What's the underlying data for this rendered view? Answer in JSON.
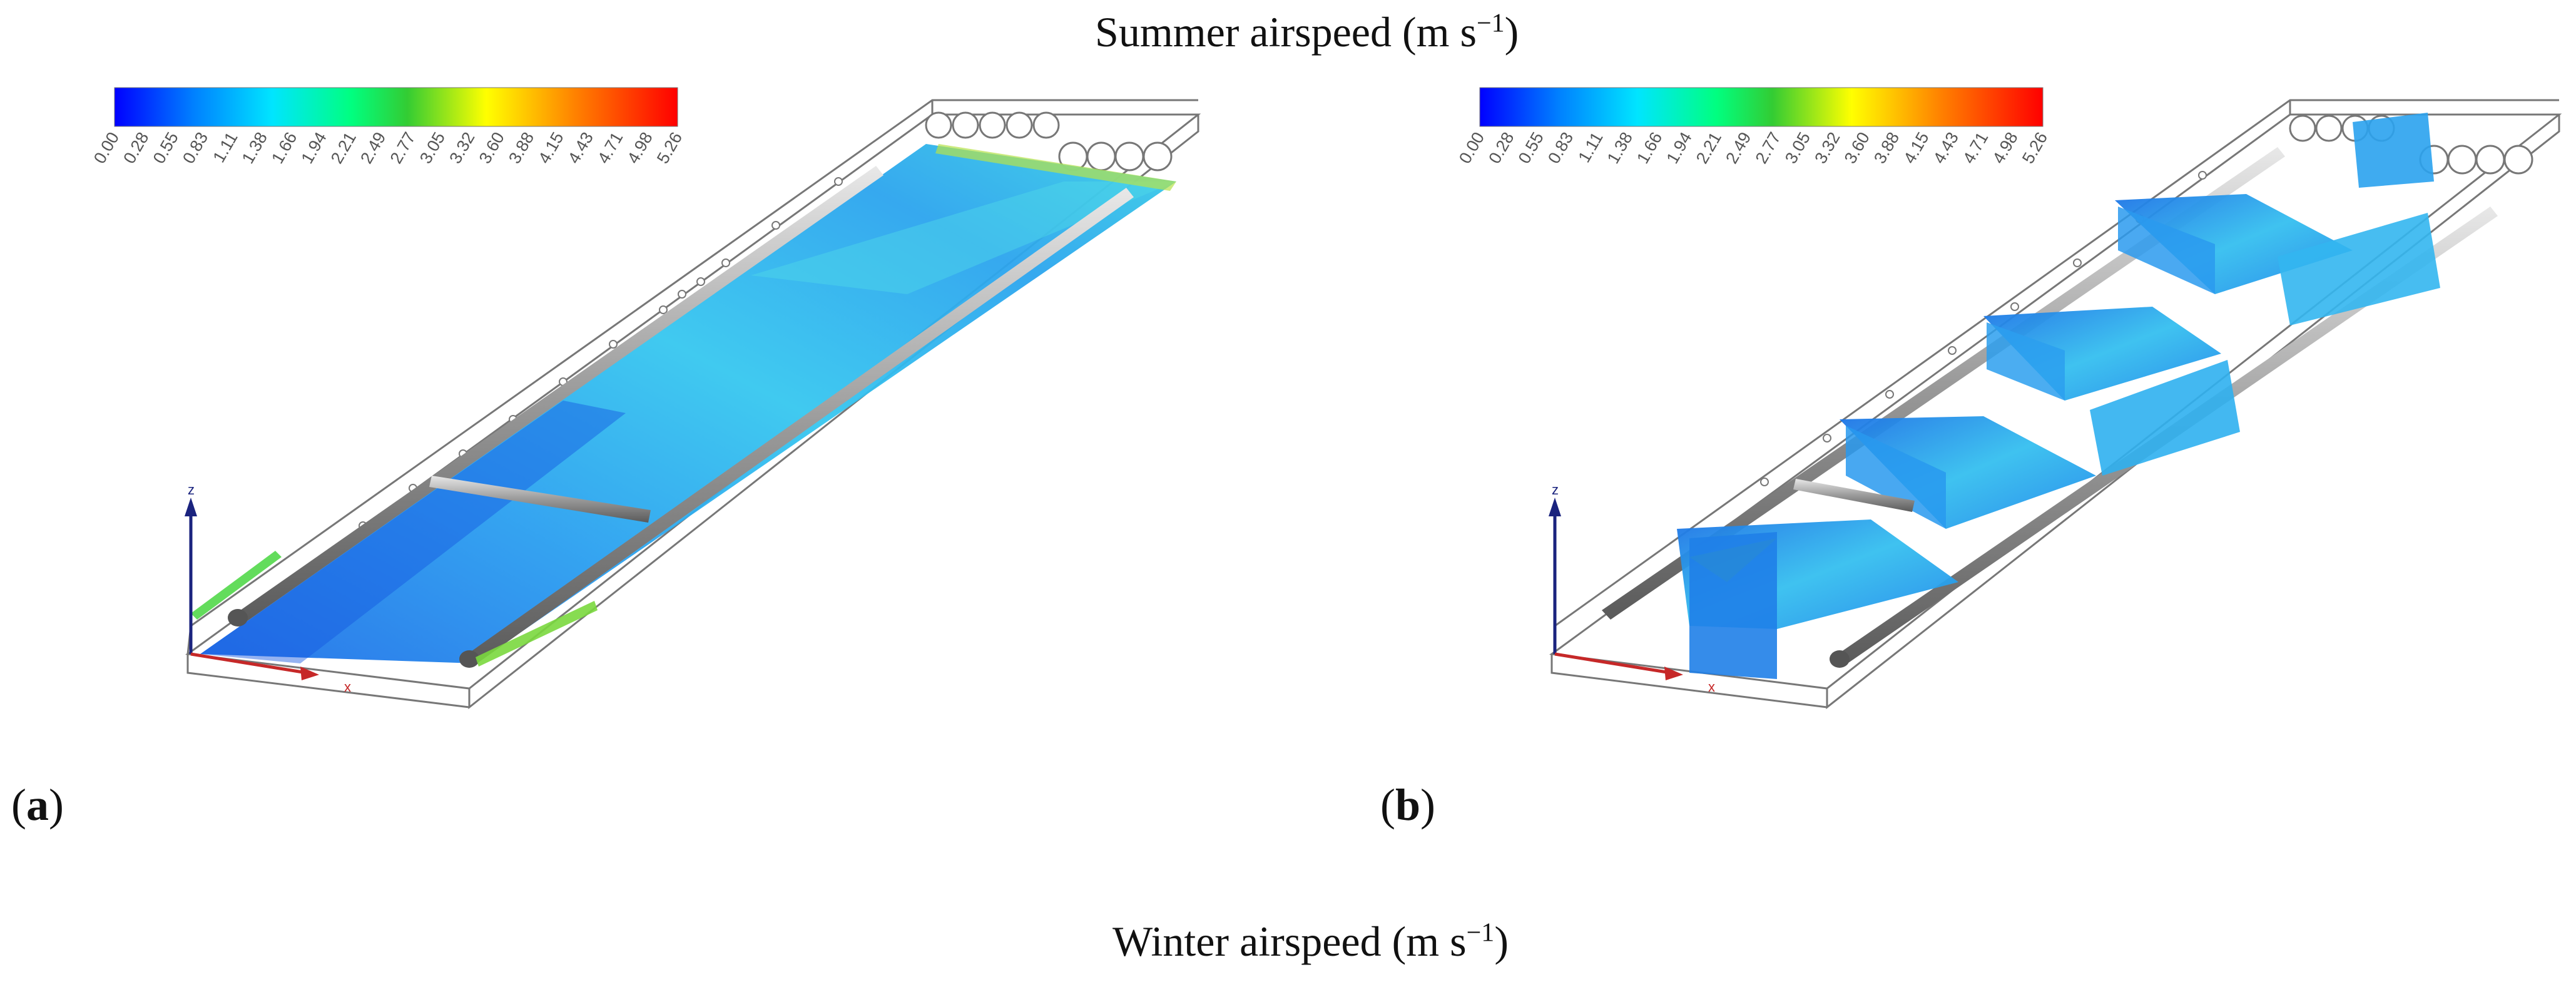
{
  "figure": {
    "caption_top": "Summer airspeed (m s",
    "caption_bottom": "Winter airspeed (m s",
    "caption_unit_exp": "−1",
    "panel_a": {
      "open": "(",
      "letter": "a",
      "close": ")"
    },
    "panel_b": {
      "open": "(",
      "letter": "b",
      "close": ")"
    }
  },
  "colorbar": {
    "ticks_a": [
      "0.00",
      "0.28",
      "0.55",
      "0.83",
      "1.11",
      "1.38",
      "1.66",
      "1.94",
      "2.21",
      "2.49",
      "2.77",
      "3.05",
      "3.32",
      "3.60",
      "3.88",
      "4.15",
      "4.43",
      "4.71",
      "4.98",
      "5.26"
    ],
    "ticks_b": [
      "0.00",
      "0.28",
      "0.55",
      "0.83",
      "1.11",
      "1.38",
      "1.66",
      "1.94",
      "2.21",
      "2.49",
      "2.77",
      "3.05",
      "3.32",
      "3.60",
      "3.88",
      "4.15",
      "4.43",
      "4.71",
      "4.98",
      "5.26"
    ],
    "colors": [
      "#0000ff",
      "#0080ff",
      "#00e5ff",
      "#00ff80",
      "#33cc33",
      "#ffff00",
      "#ff8000",
      "#ff0000"
    ]
  },
  "axes": {
    "z": "z",
    "x": "x"
  }
}
